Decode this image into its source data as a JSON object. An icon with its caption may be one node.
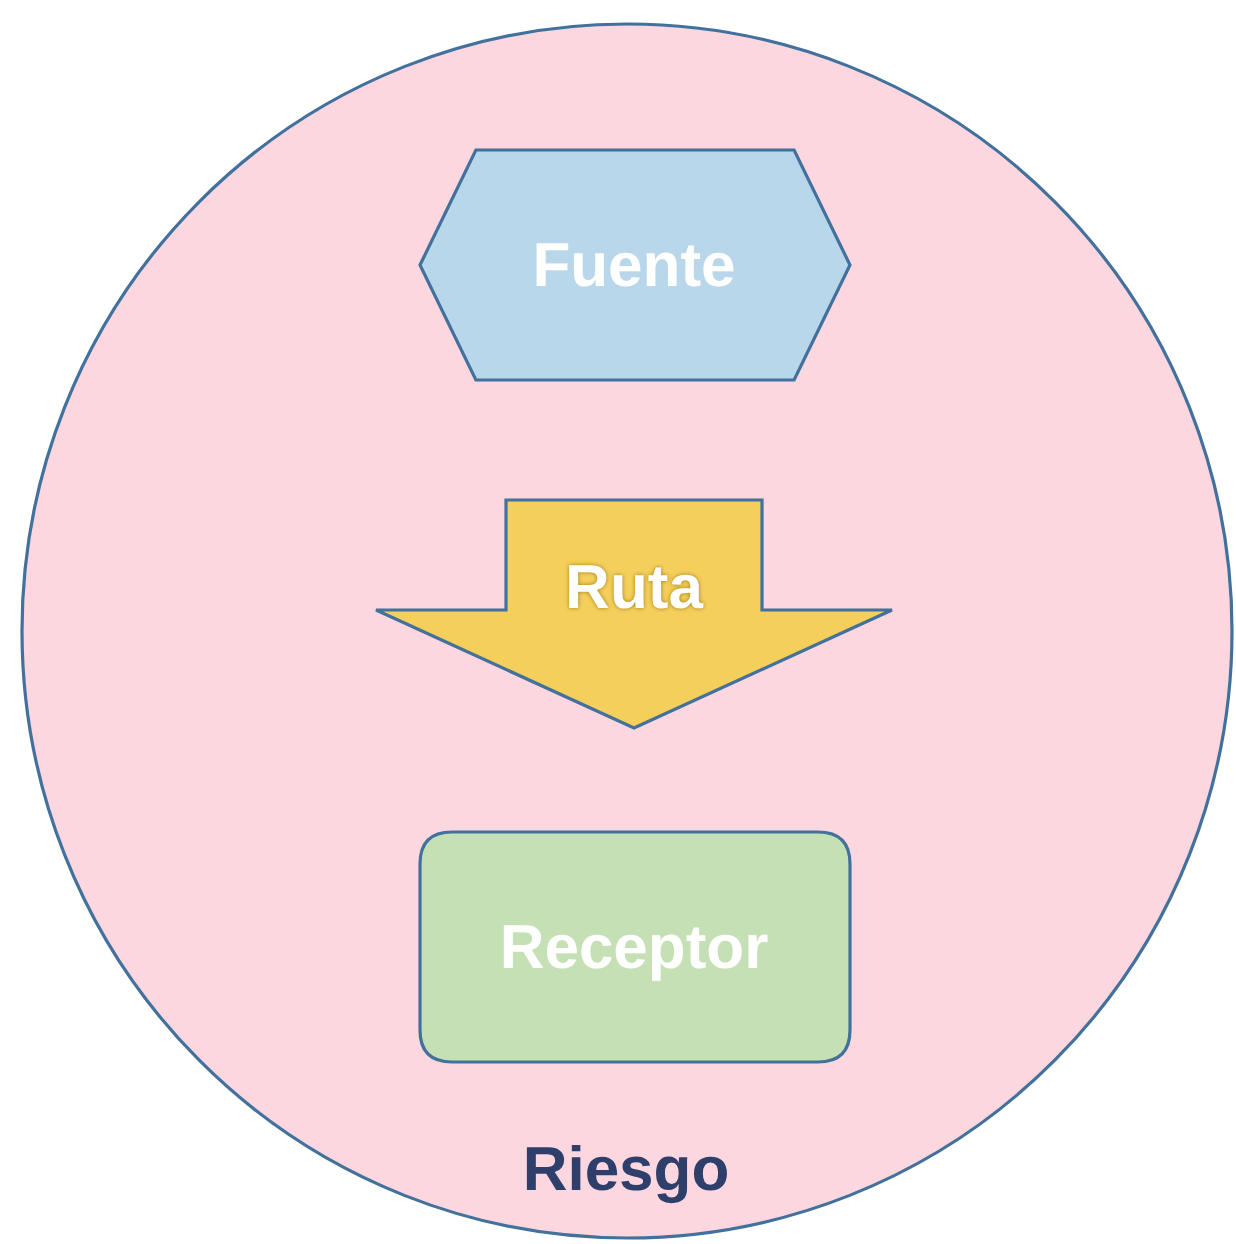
{
  "diagram": {
    "nodes": [
      {
        "text": [
          "Riesgo"
        ]
      },
      {
        "text": [
          "Fuente"
        ],
        "in": 0
      },
      {
        "text": [
          "Ruta"
        ],
        "in": 0
      },
      {
        "text": [
          "Receptor"
        ],
        "in": 0
      }
    ]
  }
}
